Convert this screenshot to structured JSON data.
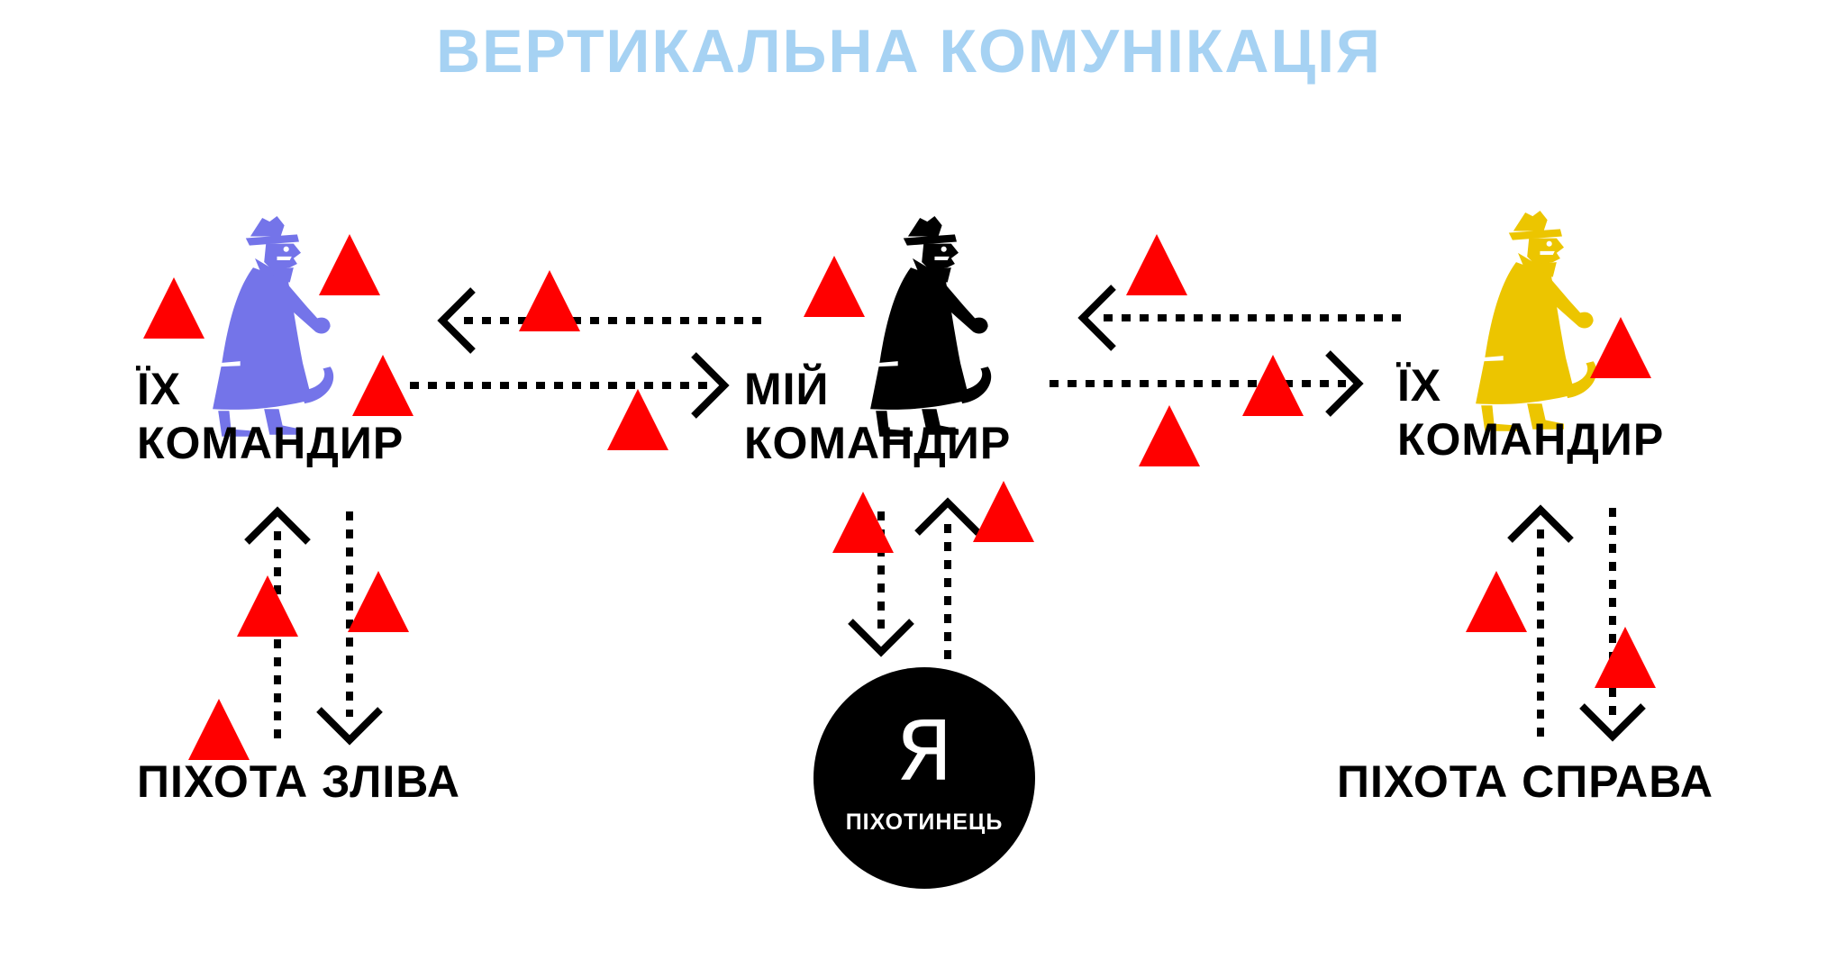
{
  "title": "ВЕРТИКАЛЬНА КОМУНІКАЦІЯ",
  "commanders": {
    "left": {
      "label_line1": "ЇХ",
      "label_line2": "КОМАНДИР",
      "color": "#7474e9"
    },
    "center": {
      "label_line1": "МІЙ",
      "label_line2": "КОМАНДИР",
      "color": "#000000"
    },
    "right": {
      "label_line1": "ЇХ",
      "label_line2": "КОМАНДИР",
      "color": "#ecc500"
    }
  },
  "infantry": {
    "left_label": "ПІХОТА ЗЛІВА",
    "right_label": "ПІХОТА СПРАВА"
  },
  "me": {
    "letter": "Я",
    "caption": "ПІХОТИНЕЦЬ"
  },
  "colors": {
    "title": "#a6d2f3",
    "noise_triangle": "#ff0000",
    "arrow": "#000000"
  },
  "icons": {
    "figure": "walking-officer-icon",
    "noise": "warning-triangle-icon",
    "arrow": "dotted-arrow-icon"
  }
}
